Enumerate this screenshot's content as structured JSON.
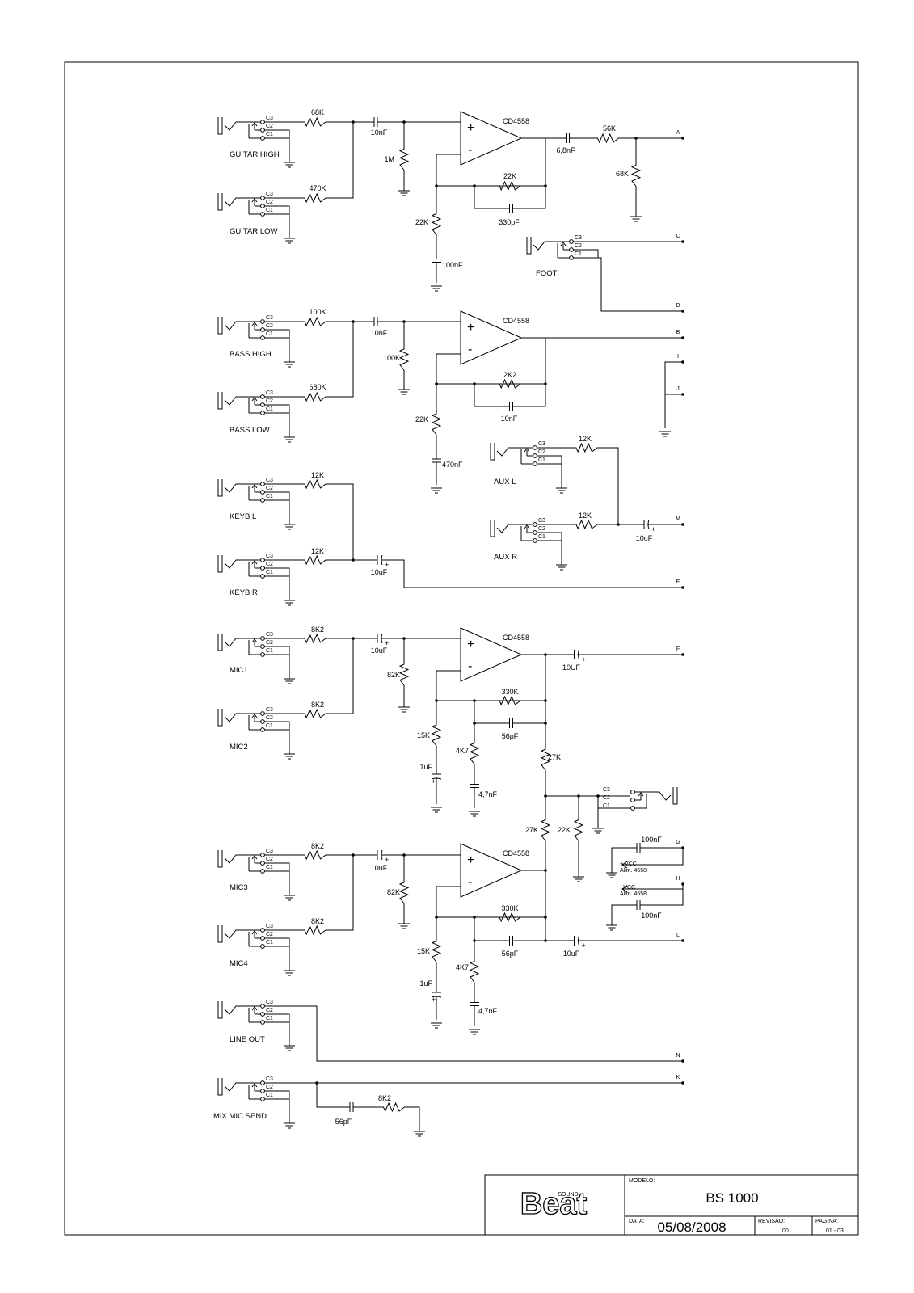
{
  "inputs": {
    "guitar_high": "GUITAR HIGH",
    "guitar_low": "GUITAR LOW",
    "foot": "FOOT",
    "bass_high": "BASS HIGH",
    "bass_low": "BASS LOW",
    "keyb_l": "KEYB  L",
    "keyb_r": "KEYB  R",
    "aux_l": "AUX  L",
    "aux_r": "AUX  R",
    "mic1": "MIC1",
    "mic2": "MIC2",
    "mic3": "MIC3",
    "mic4": "MIC4",
    "line_out": "LINE  OUT",
    "mix_mic_send": "MIX MIC SEND"
  },
  "jack_pins": {
    "c3": "C3",
    "c2": "C2",
    "c1": "C1"
  },
  "opamp": {
    "part": "CD4558",
    "plus": "+",
    "minus": "-"
  },
  "components": {
    "guitar": {
      "r_high": "68K",
      "r_low": "470K",
      "c_in": "10nF",
      "r_bias": "1M",
      "r_fb": "22K",
      "c_fb": "330pF",
      "r_gnd": "22K",
      "c_gnd": "100nF",
      "c_out": "6,8nF",
      "r_out": "56K",
      "r_div": "68K"
    },
    "bass": {
      "r_high": "100K",
      "r_low": "680K",
      "c_in": "10nF",
      "r_bias": "100K",
      "r_fb": "2K2",
      "c_fb": "10nF",
      "r_gnd": "22K",
      "c_gnd": "470nF"
    },
    "keyb": {
      "r_l": "12K",
      "r_r": "12K",
      "c_out": "10uF"
    },
    "aux": {
      "r_l": "12K",
      "r_r": "12K",
      "c_out": "10uF"
    },
    "mic12": {
      "r1": "8K2",
      "r2": "8K2",
      "c_in": "10uF",
      "r_bias": "82K",
      "r_fb": "330K",
      "c_fb": "56pF",
      "r_gnd": "15K",
      "c_gnd": "1uF",
      "r_shelf": "4K7",
      "c_shelf": "4,7nF",
      "c_out": "10UF"
    },
    "mic34": {
      "r1": "8K2",
      "r2": "8K2",
      "c_in": "10uF",
      "r_bias": "82K",
      "r_fb": "330K",
      "c_fb": "56pF",
      "r_gnd": "15K",
      "c_gnd": "1uF",
      "r_shelf": "4K7",
      "c_shelf": "4,7nF",
      "c_out": "10uF"
    },
    "mix": {
      "r_a": "27K",
      "r_b": "27K",
      "r_jack": "22K"
    },
    "supply": {
      "c_pos": "100nF",
      "pos_label": "+ VCC",
      "pos_sub": "Alim. 4558",
      "c_neg": "100nF",
      "neg_label": "-  VCC",
      "neg_sub": "Alim. 4558"
    },
    "send": {
      "c": "56pF",
      "r": "8K2"
    },
    "polarity": "+"
  },
  "nodes": {
    "a": "A",
    "b": "B",
    "c": "C",
    "d": "D",
    "e": "E",
    "f": "F",
    "g": "G",
    "h": "H",
    "i": "I",
    "j": "J",
    "k": "K",
    "l": "L",
    "m": "M",
    "n": "N"
  },
  "title_block": {
    "brand_small": "SOUND",
    "brand": "Beat",
    "modelo_label": "MODELO:",
    "modelo": "BS 1000",
    "data_label": "DATA:",
    "data": "05/08/2008",
    "revisao_label": "REVISAO:",
    "revisao": "00",
    "pagina_label": "PAGINA:",
    "pagina": "01 - 03"
  }
}
